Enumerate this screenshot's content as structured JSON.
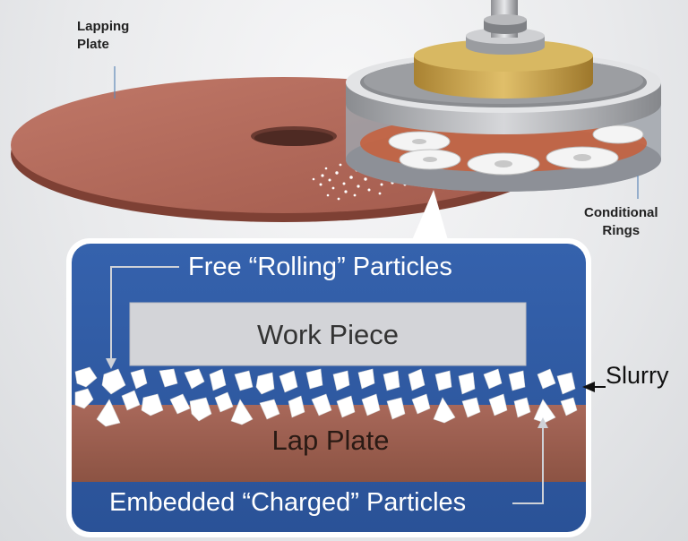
{
  "labels": {
    "lapping_plate": [
      "Lapping",
      "Plate"
    ],
    "conditional_rings": [
      "Conditional",
      "Rings"
    ],
    "free_particles": "Free “Rolling” Particles",
    "work_piece": "Work Piece",
    "slurry": "Slurry",
    "lap_plate": "Lap Plate",
    "embedded_particles": "Embedded “Charged” Particles"
  },
  "colors": {
    "panel_blue": "#2e5aa3",
    "lap_brown": "#9c5f4c",
    "plate_top": "#b26a5c",
    "gold": "#c9a24c",
    "work_grey": "#d3d4d8"
  }
}
